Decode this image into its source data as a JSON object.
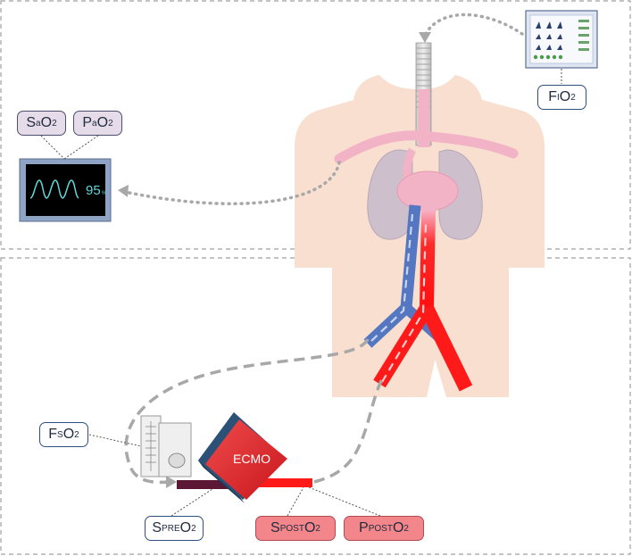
{
  "labels": {
    "fio2": {
      "main": "F",
      "sub": "I",
      "tail": "O",
      "tail_sub": "2"
    },
    "sao2": {
      "main": "S",
      "sub": "a",
      "tail": "O",
      "tail_sub": "2"
    },
    "pao2": {
      "main": "P",
      "sub": "a",
      "tail": "O",
      "tail_sub": "2"
    },
    "fso2": {
      "main": "F",
      "sub": "S",
      "tail": "O",
      "tail_sub": "2"
    },
    "spreo2": {
      "main": "S",
      "sub": "PRE",
      "tail": "O",
      "tail_sub": "2"
    },
    "sposto2": {
      "main": "S",
      "sub": "POST",
      "tail": "O",
      "tail_sub": "2"
    },
    "pposto2": {
      "main": "P",
      "sub": "POST",
      "tail": "O",
      "tail_sub": "2"
    }
  },
  "monitor": {
    "spo2_value": "95",
    "spo2_unit": "%"
  },
  "ecmo": {
    "label": "ECMO"
  },
  "colors": {
    "body": "#f9dfcf",
    "vessel_pink": "#f3b3c6",
    "lung": "#ccc0cc",
    "vein_blue": "#5577c2",
    "artery_red": "#ff1a1a",
    "ecmo_face": "#e8292e",
    "ecmo_side": "#2c5176",
    "dashed_line": "#a8a8a8"
  }
}
